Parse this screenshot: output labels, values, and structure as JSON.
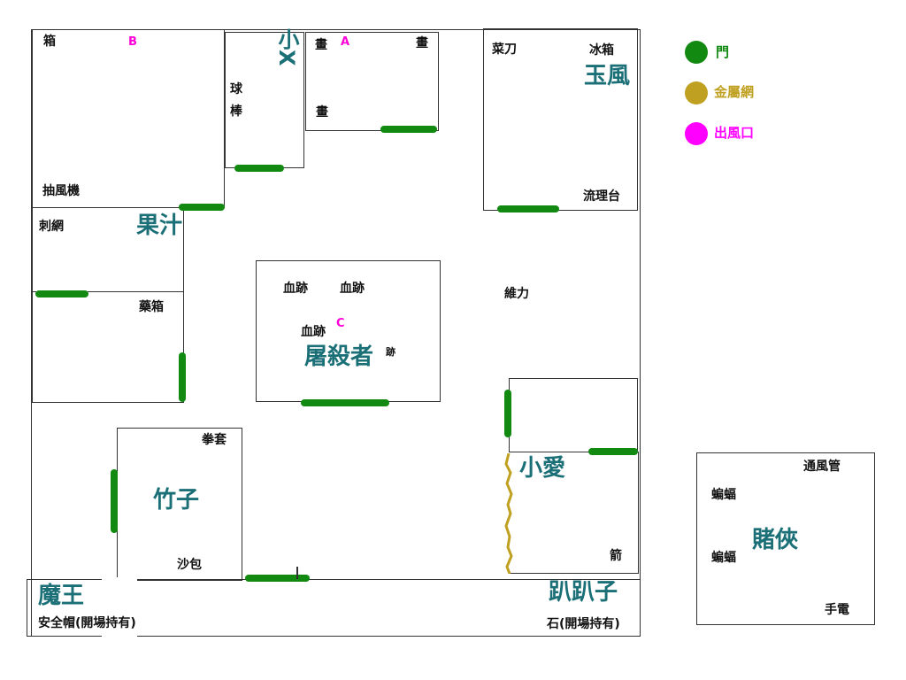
{
  "legend": {
    "items": [
      {
        "label": "門",
        "color": "#128a12"
      },
      {
        "label": "金屬網",
        "color": "#c0a020"
      },
      {
        "label": "出風口",
        "color": "#ff00ff"
      }
    ]
  },
  "rooms": {
    "room_b": {
      "label_box": "箱",
      "marker": "B",
      "label_fan": "抽風機"
    },
    "room_bat": {
      "label_bat_1": "球",
      "label_bat_2": "棒"
    },
    "room_a": {
      "label_paint_1": "畫",
      "label_paint_2": "畫",
      "label_paint_3": "畫",
      "marker": "A"
    },
    "kitchen": {
      "label_knife": "菜刀",
      "label_fridge": "冰箱",
      "label_sink": "流理台"
    },
    "barbed": {
      "label_wire": "刺網"
    },
    "medicine": {
      "label_med": "藥箱"
    },
    "center": {
      "label_blood_1": "血跡",
      "label_blood_2": "血跡",
      "label_blood_3": "血跡",
      "marker": "C",
      "label_blood_small": "跡"
    },
    "hall": {
      "label_drink": "維力"
    },
    "glove_room": {
      "label_glove": "拳套",
      "label_sandbag": "沙包"
    },
    "arrow_room": {
      "label_arrow": "箭"
    },
    "bottom_strip": {
      "label_helmet": "安全帽(開場持有)",
      "label_stone": "石(開場持有)"
    },
    "separate_room": {
      "label_vent": "通風管",
      "label_bat_a": "蝙蝠",
      "label_bat_b": "蝙蝠",
      "label_torch": "手電"
    }
  },
  "characters": {
    "xiao_x": "小X",
    "yu_feng": "玉風",
    "guo_zhi": "果汁",
    "tu_sha_zhe": "屠殺者",
    "zhu_zi": "竹子",
    "xiao_ai": "小愛",
    "mo_wang": "魔王",
    "pa_pa_zi": "趴趴子",
    "du_xia": "賭俠"
  }
}
